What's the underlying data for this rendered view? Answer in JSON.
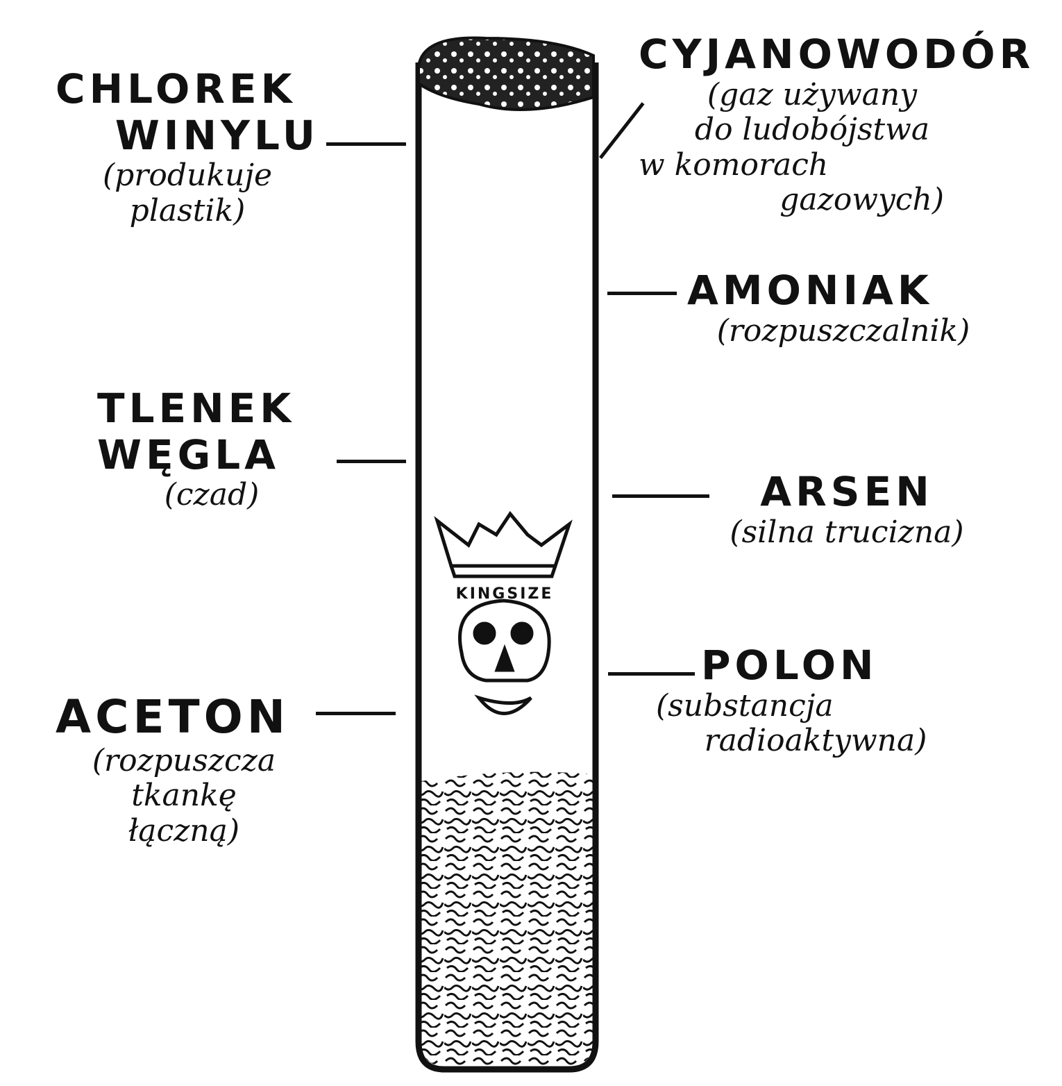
{
  "labels": {
    "vinyl_chloride": {
      "name_line1": "CHLOREK",
      "name_line2": "WINYLU",
      "desc_line1": "(produkuje",
      "desc_line2": "plastik)"
    },
    "hydrogen_cyanide": {
      "name": "CYJANOWODÓR",
      "desc_line1": "(gaz używany",
      "desc_line2": "do ludobójstwa",
      "desc_line3": "w komorach",
      "desc_line4": "gazowych)"
    },
    "ammonia": {
      "name": "AMONIAK",
      "desc": "(rozpuszczalnik)"
    },
    "carbon_monoxide": {
      "name_line1": "TLENEK",
      "name_line2": "WĘGLA",
      "desc": "(czad)"
    },
    "arsenic": {
      "name": "ARSEN",
      "desc": "(silna trucizna)"
    },
    "polonium": {
      "name": "POLON",
      "desc_line1": "(substancja",
      "desc_line2": "radioaktywna)"
    },
    "acetone": {
      "name": "ACETON",
      "desc_line1": "(rozpuszcza",
      "desc_line2": "tkankę",
      "desc_line3": "łączną)"
    }
  },
  "cigarette": {
    "brand_text": "KINGSIZE"
  }
}
